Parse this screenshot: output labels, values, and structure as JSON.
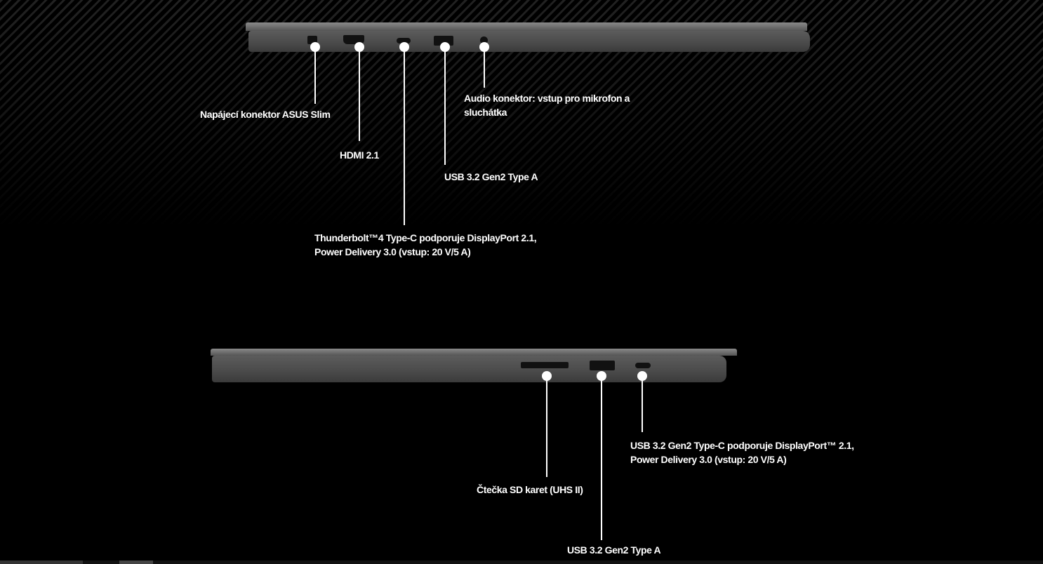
{
  "left_side": {
    "ports": [
      {
        "name": "Napájecí konektor ASUS Slim"
      },
      {
        "name": "HDMI 2.1"
      },
      {
        "name_line1": "Thunderbolt™4 Type-C podporuje DisplayPort 2.1,",
        "name_line2": "Power Delivery 3.0 (vstup: 20 V/5 A)"
      },
      {
        "name": "USB 3.2 Gen2 Type A"
      },
      {
        "name_line1": "Audio konektor: vstup pro mikrofon a",
        "name_line2": "sluchátka"
      }
    ]
  },
  "right_side": {
    "ports": [
      {
        "name": "Čtečka SD karet (UHS II)"
      },
      {
        "name": "USB 3.2 Gen2 Type A"
      },
      {
        "name_line1": "USB 3.2 Gen2 Type-C podporuje DisplayPort™ 2.1,",
        "name_line2": "Power Delivery 3.0 (vstup: 20 V/5 A)"
      }
    ]
  }
}
